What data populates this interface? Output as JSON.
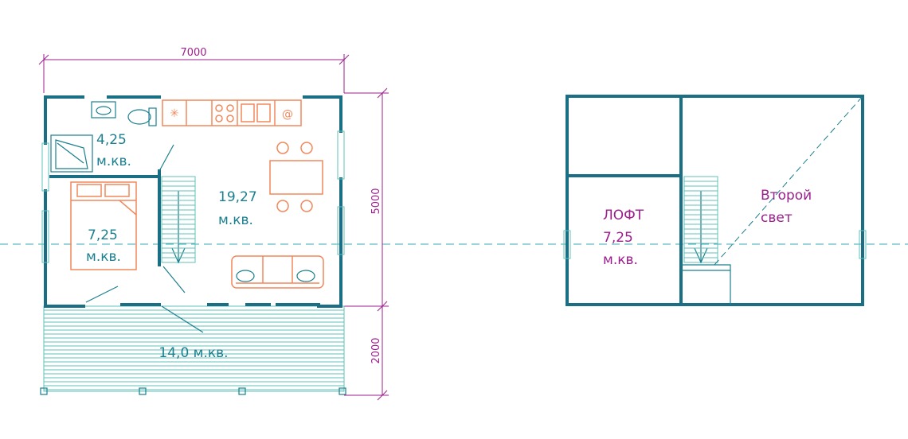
{
  "ground_floor": {
    "dimension_width": "7000",
    "dimension_height": "5000",
    "dimension_terrace": "2000",
    "bathroom": {
      "area": "4,25",
      "unit": "м.кв."
    },
    "bedroom": {
      "area": "7,25",
      "unit": "м.кв."
    },
    "living": {
      "area": "19,27",
      "unit": "м.кв."
    },
    "terrace": {
      "label": "14,0 м.кв."
    }
  },
  "upper_floor": {
    "loft": {
      "title": "ЛОФТ",
      "area": "7,25",
      "unit": "м.кв."
    },
    "second_light": {
      "line1": "Второй",
      "line2": "свет"
    }
  },
  "colors": {
    "wall": "#1a6f85",
    "label": "#1a7f8f",
    "dimension": "#9b1f8c",
    "furniture": "#f0895c",
    "window": "#5fc2b8"
  }
}
